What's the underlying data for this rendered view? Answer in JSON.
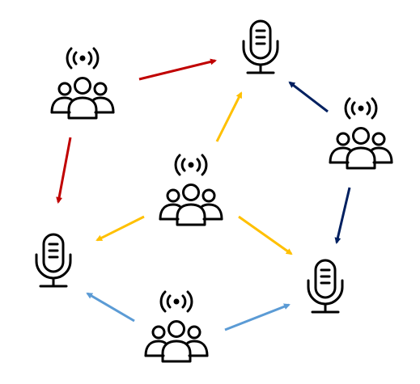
{
  "colors": {
    "red": "#c00000",
    "yellow": "#ffc000",
    "navy": "#002060",
    "light_blue": "#5b9bd5",
    "icon": "#000000"
  },
  "nodes": [
    {
      "id": "group-top-left",
      "icon": "group-with-broadcast-icon"
    },
    {
      "id": "group-center",
      "icon": "group-with-broadcast-icon"
    },
    {
      "id": "group-right",
      "icon": "group-with-broadcast-icon"
    },
    {
      "id": "group-bottom",
      "icon": "group-with-broadcast-icon"
    },
    {
      "id": "mic-top",
      "icon": "microphone-icon"
    },
    {
      "id": "mic-left",
      "icon": "microphone-icon"
    },
    {
      "id": "mic-bottom-right",
      "icon": "microphone-icon"
    }
  ],
  "edges": [
    {
      "from": "group-top-left",
      "to": "mic-top",
      "color": "red"
    },
    {
      "from": "group-top-left",
      "to": "mic-left",
      "color": "red"
    },
    {
      "from": "group-center",
      "to": "mic-top",
      "color": "yellow"
    },
    {
      "from": "group-center",
      "to": "mic-left",
      "color": "yellow"
    },
    {
      "from": "group-center",
      "to": "mic-bottom-right",
      "color": "yellow"
    },
    {
      "from": "group-right",
      "to": "mic-top",
      "color": "navy"
    },
    {
      "from": "group-right",
      "to": "mic-bottom-right",
      "color": "navy"
    },
    {
      "from": "group-bottom",
      "to": "mic-left",
      "color": "light_blue"
    },
    {
      "from": "group-bottom",
      "to": "mic-bottom-right",
      "color": "light_blue"
    }
  ]
}
